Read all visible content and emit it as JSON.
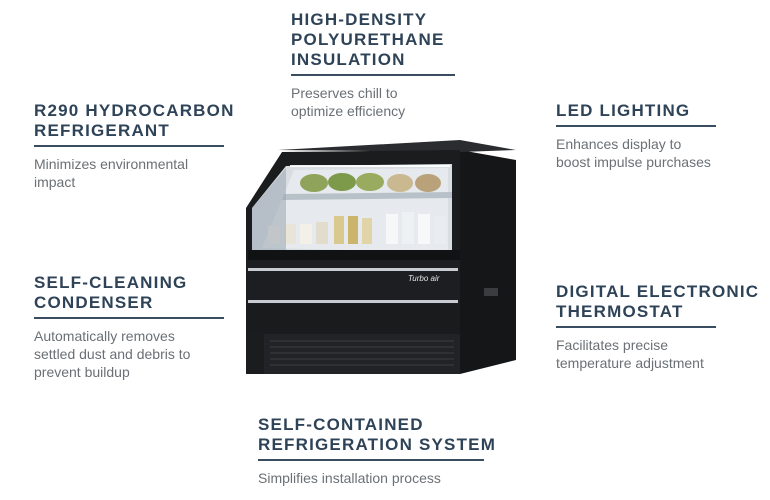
{
  "features": {
    "insulation": {
      "title_line1": "HIGH-DENSITY",
      "title_line2": "POLYURETHANE",
      "title_line3": "INSULATION",
      "desc_line1": "Preserves chill to",
      "desc_line2": "optimize efficiency"
    },
    "refrigerant": {
      "title_line1": "R290 HYDROCARBON",
      "title_line2": "REFRIGERANT",
      "desc_line1": "Minimizes environmental",
      "desc_line2": "impact"
    },
    "led": {
      "title_line1": "LED LIGHTING",
      "desc_line1": "Enhances display to",
      "desc_line2": "boost impulse purchases"
    },
    "condenser": {
      "title_line1": "SELF-CLEANING",
      "title_line2": "CONDENSER",
      "desc_line1": "Automatically removes",
      "desc_line2": "settled dust and debris to",
      "desc_line3": "prevent buildup"
    },
    "thermostat": {
      "title_line1": "DIGITAL ELECTRONIC",
      "title_line2": "THERMOSTAT",
      "desc_line1": "Facilitates precise",
      "desc_line2": "temperature adjustment"
    },
    "system": {
      "title_line1": "SELF-CONTAINED",
      "title_line2": "REFRIGERATION SYSTEM",
      "desc_line1": "Simplifies installation process"
    }
  },
  "product": {
    "brand_logo": "Turbo air"
  },
  "colors": {
    "heading": "#2f4358",
    "rule": "#3a4c60",
    "body_text": "#6b7075",
    "cabinet": "#1b1c1e",
    "interior": "#e4e7ea"
  }
}
